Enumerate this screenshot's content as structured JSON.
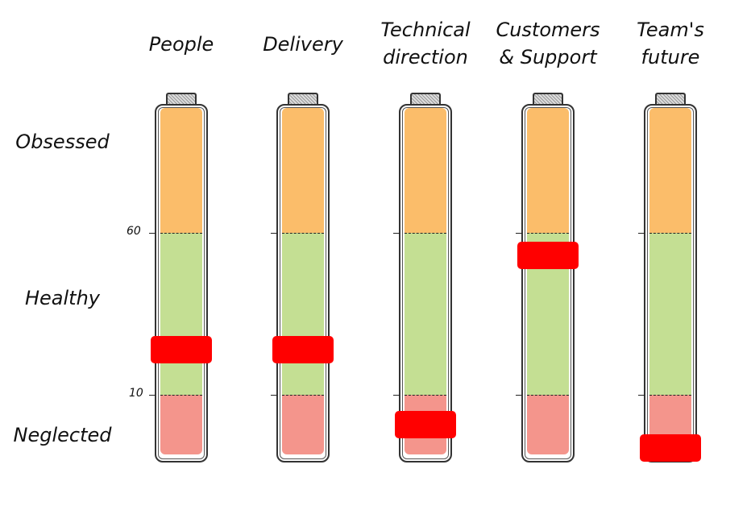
{
  "chart_data": {
    "type": "gauge",
    "levels": [
      {
        "name": "Obsessed",
        "range": [
          60,
          100
        ],
        "color": "#fbbd6a"
      },
      {
        "name": "Healthy",
        "range": [
          10,
          60
        ],
        "color": "#c4df93"
      },
      {
        "name": "Neglected",
        "range": [
          0,
          10
        ],
        "color": "#f4958c"
      }
    ],
    "ticks": [
      "60",
      "10"
    ],
    "marker_color": "#ff0000",
    "categories": [
      "People",
      "Delivery",
      "Technical direction",
      "Customers & Support",
      "Team's future"
    ],
    "titles": [
      [
        "People"
      ],
      [
        "Delivery"
      ],
      [
        "Technical",
        "direction"
      ],
      [
        "Customers",
        "& Support"
      ],
      [
        "Team's",
        "future"
      ]
    ],
    "values": [
      24,
      24,
      5,
      53,
      1
    ]
  }
}
